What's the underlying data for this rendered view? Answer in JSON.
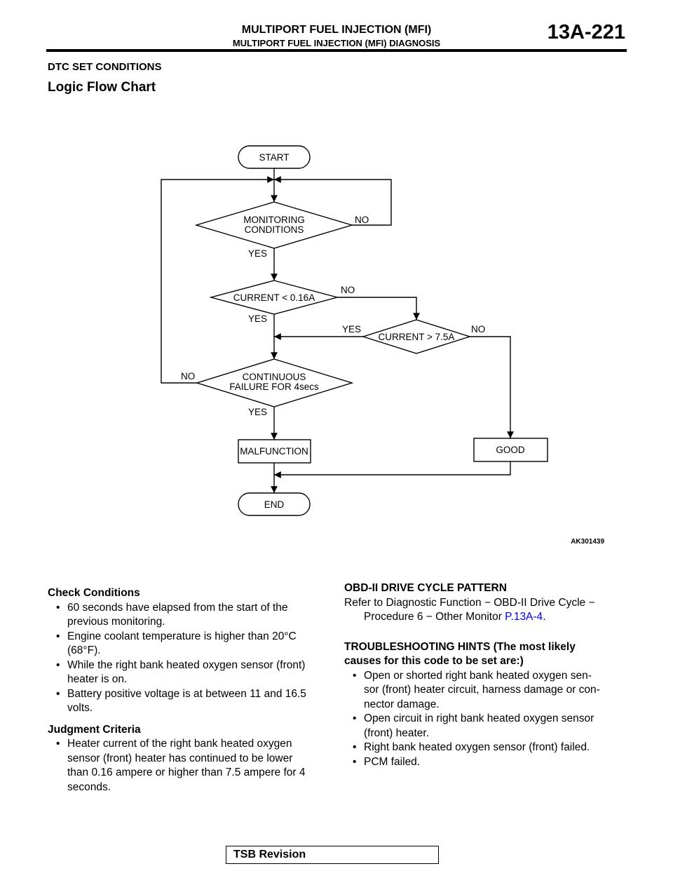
{
  "header": {
    "title": "MULTIPORT FUEL INJECTION (MFI)",
    "subtitle": "MULTIPORT FUEL INJECTION (MFI) DIAGNOSIS",
    "page_number": "13A-221"
  },
  "section_title": "DTC SET CONDITIONS",
  "chart_title": "Logic Flow Chart",
  "flowchart": {
    "start": "START",
    "monitoring_line1": "MONITORING",
    "monitoring_line2": "CONDITIONS",
    "current_low": "CURRENT < 0.16A",
    "current_high": "CURRENT > 7.5A",
    "continuous_line1": "CONTINUOUS",
    "continuous_line2": "FAILURE FOR 4secs",
    "malfunction": "MALFUNCTION",
    "good": "GOOD",
    "end": "END",
    "yes": "YES",
    "no": "NO",
    "figure_id": "AK301439"
  },
  "left_column": {
    "check_title": "Check Conditions",
    "check_items": [
      [
        "60 seconds have elapsed from the start of the",
        "previous monitoring."
      ],
      [
        "Engine coolant temperature is higher than 20°C",
        "(68°F)."
      ],
      [
        "While the right bank heated oxygen sensor (front)",
        "heater is on."
      ],
      [
        "Battery positive voltage is at between 11 and 16.5",
        "volts."
      ]
    ],
    "judgment_title": "Judgment Criteria",
    "judgment_items": [
      [
        "Heater current of the right bank heated oxygen",
        "sensor (front) heater has continued to be lower",
        "than 0.16 ampere or higher than 7.5 ampere for 4",
        "seconds."
      ]
    ]
  },
  "right_column": {
    "obd_title": "OBD-II DRIVE CYCLE PATTERN",
    "obd_line1": "Refer to Diagnostic Function − OBD-II Drive Cycle −",
    "obd_line2": "Procedure 6 − Other Monitor ",
    "obd_link": "P.13A-4",
    "obd_period": ".",
    "hints_title_line1": "TROUBLESHOOTING HINTS (The most likely",
    "hints_title_line2": "causes for this code to be set are:)",
    "hints": [
      [
        "Open or shorted right bank heated oxygen sen-",
        "sor (front) heater circuit, harness damage or con-",
        "nector damage."
      ],
      [
        "Open circuit in right bank heated oxygen sensor",
        "(front) heater."
      ],
      [
        "Right bank heated oxygen sensor (front) failed."
      ],
      [
        "PCM failed."
      ]
    ]
  },
  "footer": {
    "label": "TSB Revision"
  },
  "bullet_glyph": "•"
}
